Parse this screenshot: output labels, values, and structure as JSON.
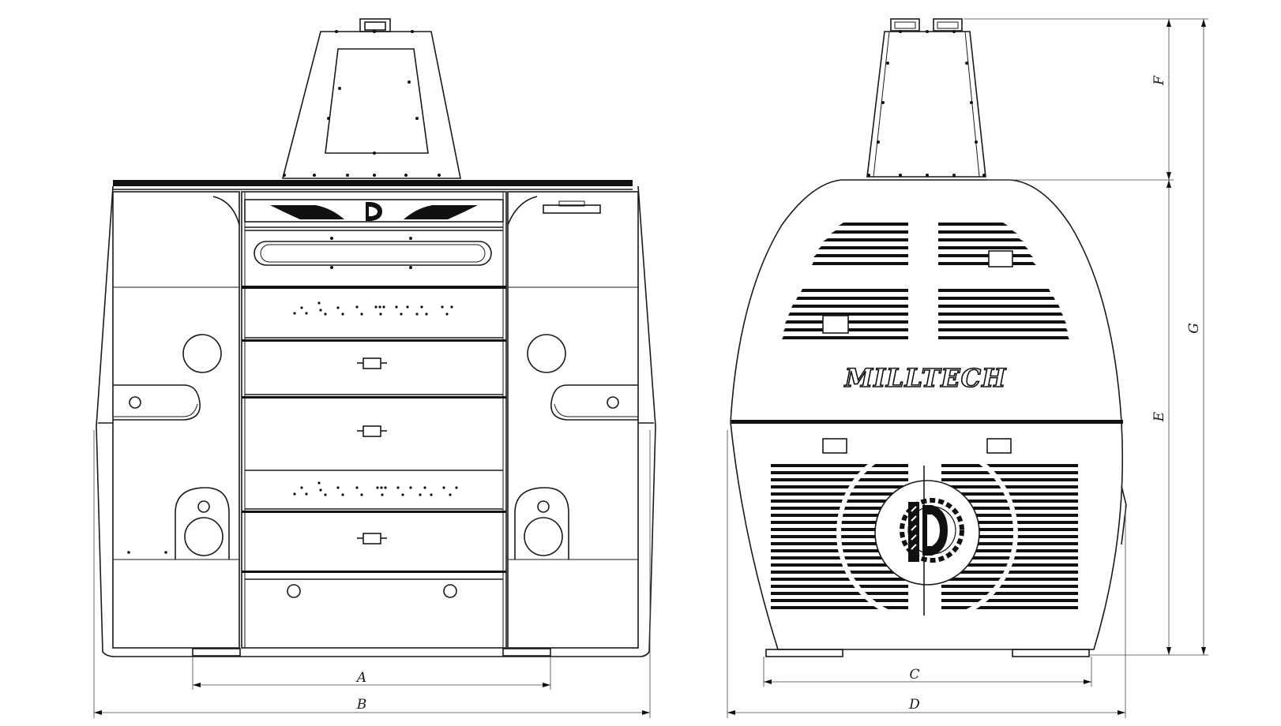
{
  "brand_label": "MILLTECH",
  "dimensions": {
    "a": "A",
    "b": "B",
    "c": "C",
    "d": "D",
    "e": "E",
    "f": "F",
    "g": "G"
  },
  "colors": {
    "line": "#1a1a1a",
    "background": "#ffffff"
  }
}
